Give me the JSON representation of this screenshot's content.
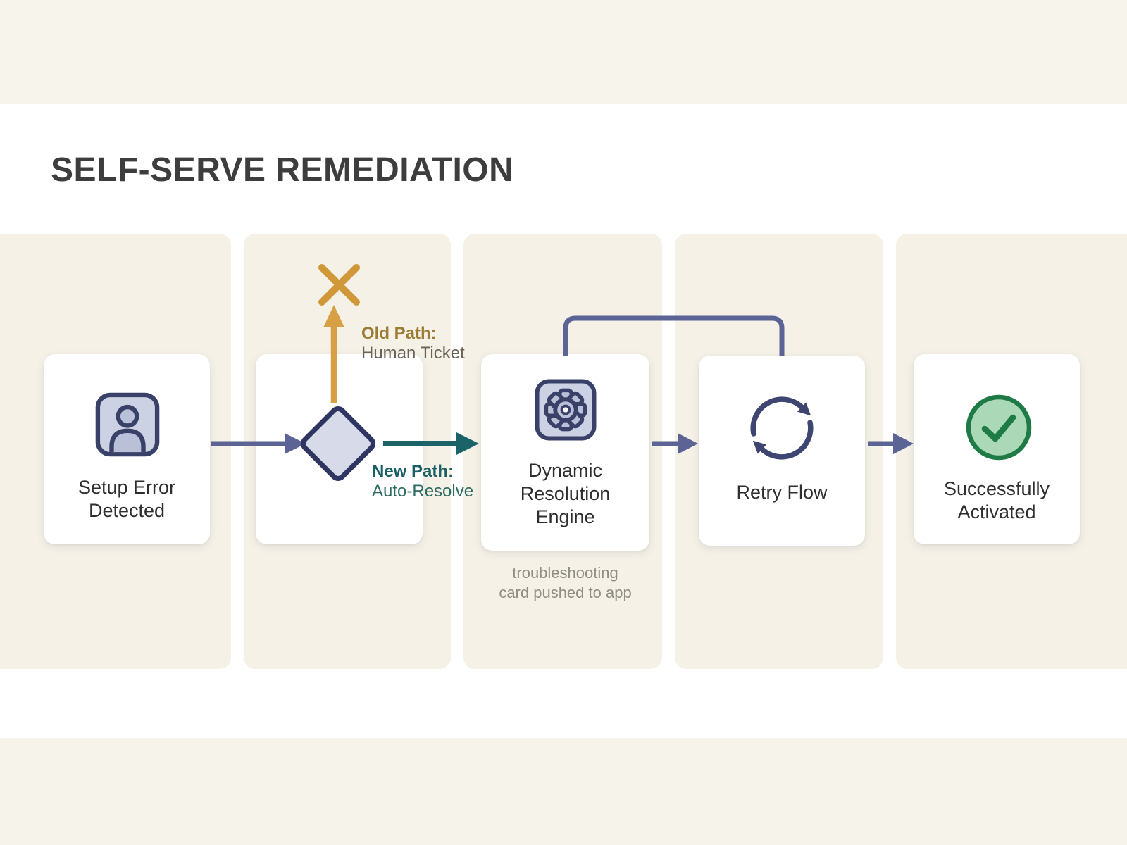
{
  "title": "SELF-SERVE REMEDIATION",
  "steps": {
    "setup_error": {
      "lines": [
        "Setup Error",
        "Detected"
      ]
    },
    "engine": {
      "lines": [
        "Dynamic",
        "Resolution",
        "Engine"
      ],
      "caption_lines": [
        "troubleshooting",
        "card pushed to app"
      ]
    },
    "retry": {
      "label": "Retry Flow"
    },
    "success": {
      "lines": [
        "Successfully",
        "Activated"
      ]
    }
  },
  "paths": {
    "old": {
      "title": "Old Path:",
      "subtitle": "Human Ticket"
    },
    "new": {
      "title": "New Path:",
      "subtitle": "Auto-Resolve"
    }
  },
  "colors": {
    "background_beige": "#f5f1e7",
    "card_white": "#ffffff",
    "icon_navy": "#3a4169",
    "icon_fill_periwinkle": "#c9cfe0",
    "arrow_purple": "#5c6395",
    "teal": "#1b6367",
    "amber": "#d8a044",
    "old_path_title": "#9c7b33",
    "old_path_subtitle": "#6b6354",
    "green_stroke": "#1e7b46",
    "green_fill": "#abd9b8",
    "title_text": "#3d3d3d",
    "card_text": "#2e2e2e",
    "caption_gray": "#8f8d84"
  }
}
